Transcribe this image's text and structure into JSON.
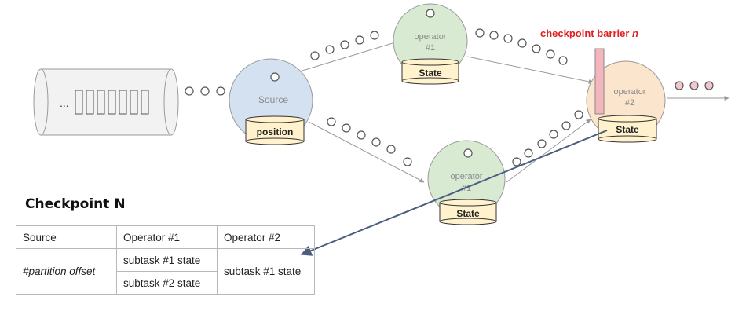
{
  "colors": {
    "source_fill": "#d3e1f1",
    "operator1_fill": "#d9ead3",
    "operator2_fill": "#fce5cd",
    "state_fill": "#fff2cc",
    "barrier_fill": "#f4b6bc",
    "barrier_text": "#e02020",
    "output_record": "#f3c6cb",
    "link_arrow": "#4a5d7e"
  },
  "queue": {
    "ellipsis": "..."
  },
  "nodes": {
    "source": {
      "label": "Source",
      "store_label": "position"
    },
    "operator1_top": {
      "label_line1": "operator",
      "label_line2": "#1",
      "store_label": "State"
    },
    "operator1_bottom": {
      "label_line1": "operator",
      "label_line2": "#1",
      "store_label": "State"
    },
    "operator2": {
      "label_line1": "operator",
      "label_line2": "#2",
      "store_label": "State"
    }
  },
  "barrier": {
    "label": "checkpoint barrier ",
    "label_n": "n"
  },
  "checkpoint": {
    "title": "Checkpoint N",
    "headers": [
      "Source",
      "Operator #1",
      "Operator #2"
    ],
    "source_value": "#partition offset",
    "operator1_values": [
      "subtask #1 state",
      "subtask #2 state"
    ],
    "operator2_value": "subtask #1 state"
  }
}
